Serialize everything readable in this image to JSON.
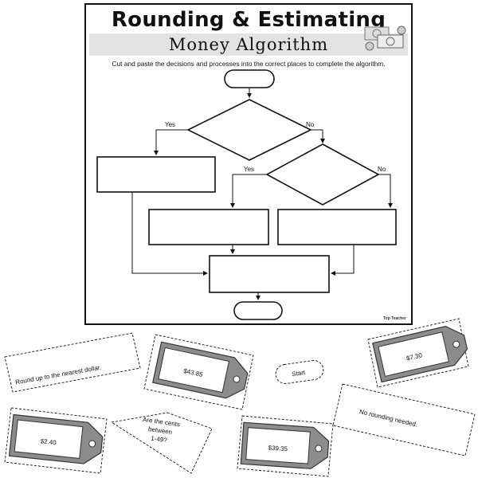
{
  "worksheet": {
    "title": "Rounding & Estimating",
    "subtitle": "Money Algorithm",
    "instructions": "Cut and paste the decisions and processes into the correct places to complete the algorithm.",
    "credit": "Top Teacher"
  },
  "flowchart": {
    "labels": {
      "yes_left": "Yes",
      "no_right": "No",
      "yes_inner": "Yes",
      "no_inner": "No"
    }
  },
  "cutouts": {
    "round_up": "Round up to the nearest dollar.",
    "start": "Start",
    "no_rounding": "No rounding needed.",
    "question": [
      "Are the cents",
      "between",
      "1-49?"
    ],
    "tags": {
      "t1": "$43.85",
      "t2": "$7.30",
      "t3": "$2.40",
      "t4": "$39.35"
    }
  },
  "colors": {
    "tag_fill": "#8c8c8c",
    "tag_dark": "#555555",
    "subtitle_band": "#e3e3e3"
  }
}
